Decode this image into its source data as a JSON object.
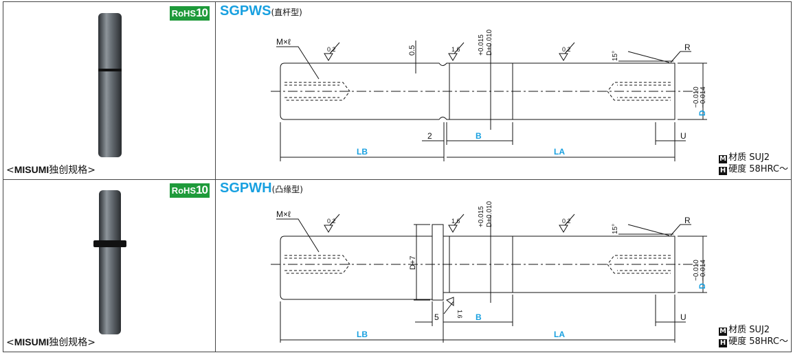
{
  "caption": {
    "prefix": "<",
    "brand": "MISUMI",
    "text": "独创规格",
    "suffix": ">"
  },
  "rohs": {
    "label": "RoHS",
    "num": "10"
  },
  "material_icon": "M",
  "hardness_icon": "H",
  "colors": {
    "accent": "#18a0e0",
    "rohs": "#1e9a3a"
  },
  "rows": [
    {
      "code": "SGPWS",
      "type": "(直杆型)",
      "material": "材质  SUJ2",
      "hardness": "硬度  58HRC～",
      "dims": {
        "thread": "M×ℓ",
        "rough1": "0.2",
        "rough2": "1.6",
        "rough3": "0.2",
        "groove": "0.5",
        "tol_top": "+0.015",
        "tol_d": "D+0.010",
        "angle": "15°",
        "r": "R",
        "tol_right1": "−0.010",
        "tol_right2": "−0.014",
        "d": "D",
        "two": "2",
        "b": "B",
        "u": "U",
        "lb": "LB",
        "la": "LA"
      }
    },
    {
      "code": "SGPWH",
      "type": "(凸缘型)",
      "material": "材质  SUJ2",
      "hardness": "硬度  58HRC～",
      "dims": {
        "thread": "M×ℓ",
        "rough1": "0.2",
        "rough2": "1.6",
        "rough3": "0.2",
        "flange": "D+7",
        "flange_rough": "1.6",
        "tol_top": "+0.015",
        "tol_d": "D+0.010",
        "angle": "15°",
        "r": "R",
        "tol_right1": "−0.010",
        "tol_right2": "−0.014",
        "d": "D",
        "five": "5",
        "b": "B",
        "u": "U",
        "lb": "LB",
        "la": "LA"
      }
    }
  ]
}
